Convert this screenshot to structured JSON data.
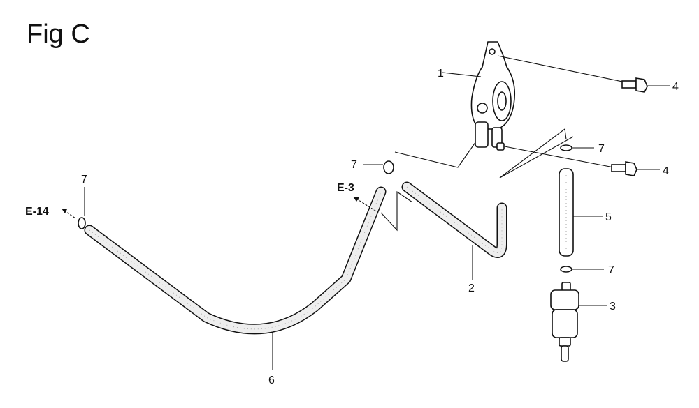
{
  "figure": {
    "title": "Fig C"
  },
  "callouts": {
    "pump": "1",
    "hose_pump_outlet": "2",
    "fuel_filter": "3",
    "bolt_upper": "4",
    "bolt_lower": "4",
    "tube_short": "5",
    "hose_long": "6",
    "clip_left": "7",
    "clip_center": "7",
    "clip_upper_right": "7",
    "clip_lower_right": "7"
  },
  "references": {
    "left": "E-14",
    "center": "E-3"
  }
}
